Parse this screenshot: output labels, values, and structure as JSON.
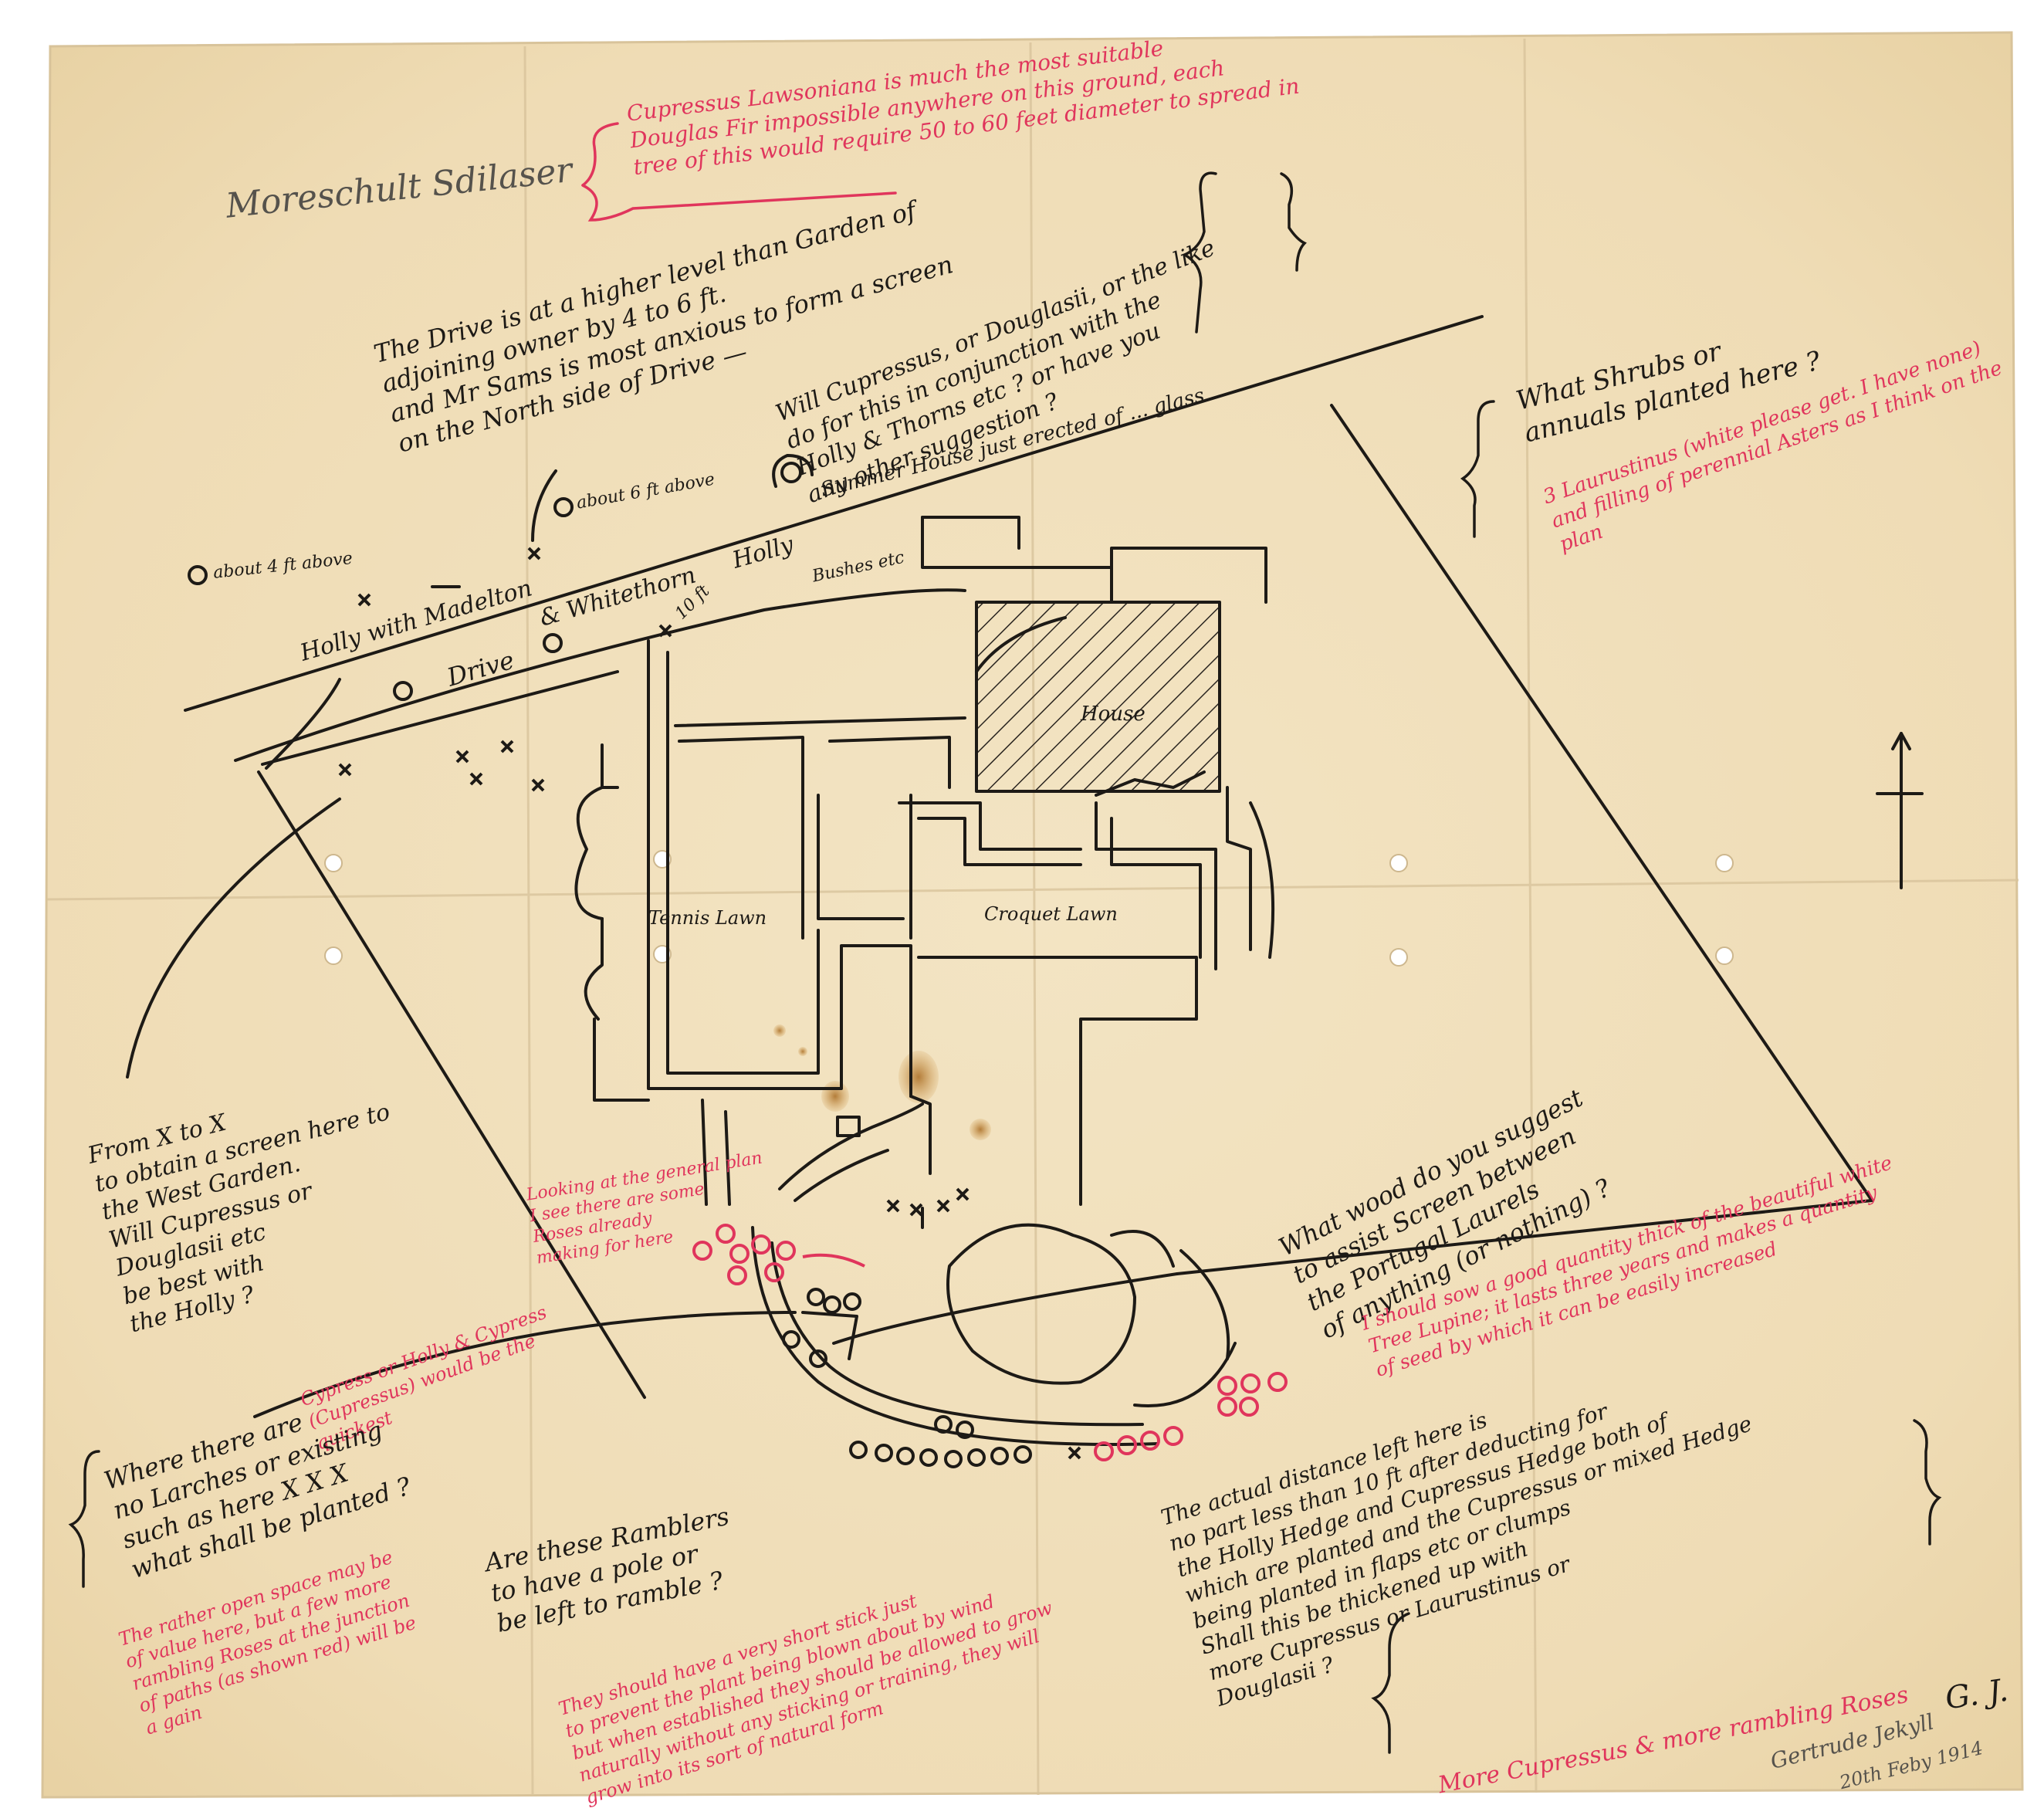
{
  "colors": {
    "paper": "#efdfbc",
    "ink": "#1d1a16",
    "red_ink": "#e0355c",
    "pencil": "#55524c",
    "stain": "#b8782c"
  },
  "heading": "Moreschult Sdilaser",
  "notes": {
    "cupressus": "Cupressus Lawsoniana is much the most suitable\nDouglas Fir impossible anywhere on this ground, each\ntree of this would require 50 to 60 feet diameter to spread in",
    "drive": "The Drive is at a higher level than Garden of\nadjoining owner by 4 to 6 ft.\nand Mr Sams is most anxious to form a screen\non the North side of Drive —",
    "will_cupressus": "Will Cupressus, or Douglasii, or the like\ndo for this in conjunction with the\nHolly & Thorns etc ? or have you\nany other suggestion ?",
    "summer_house": "Summer House just erected of ... glass",
    "what_shrubs": "What Shrubs or\nannuals planted here ?",
    "laurustinus": "3 Laurustinus (white please get. I have none)\nand filling of perennial Asters as I think on the plan",
    "from_x": "From X   to   X\nto obtain a screen here to\nthe West Garden.\nWill Cupressus or\nDouglasii etc\nbe best with\nthe Holly ?",
    "cypress_holly": "Cypress or Holly & Cypress\n(Cupressus) would be the quickest",
    "looking": "Looking at the general plan\nI see there are some\nRoses already\nmaking for here",
    "what_wood": "What wood do you suggest\nto assist Screen between\nthe Portugal Laurels\nof anything (or nothing) ?",
    "i_should": "I should sow a good quantity thick of the beautiful white\nTree Lupine; it lasts three years and makes a quantity\nof seed by which it can be easily increased",
    "where_there": "Where there are\nno Larches or existing\nsuch as here X X X\nwhat shall be planted ?",
    "rather_open": "The rather open space may be\nof value here, but a few more\nrambling Roses at the junction\nof paths (as shown red) will be\na gain",
    "ramblers": "Are these Ramblers\nto have a pole or\nbe left to ramble ?",
    "they_should": "They should have a very short stick just\nto prevent the plant being blown about by wind\nbut when established they should be allowed to grow\nnaturally without any sticking or training, they will\ngrow into its sort of natural form",
    "actual_distance": "The actual distance left here is\nno part less than 10 ft after deducting for\nthe Holly Hedge and Cupressus Hedge both of\nwhich are planted and the Cupressus or mixed Hedge\nbeing planted in flaps etc or clumps\nShall this be thickened up with\nmore Cupressus or Laurustinus or\nDouglasii ?",
    "more_cupressus": "More Cupressus & more rambling Roses",
    "initials": "G. J.",
    "signature": "Gertrude Jekyll",
    "date": "20th Feby 1914"
  },
  "plan": {
    "house": "House",
    "tennis_lawn": "Tennis Lawn",
    "croquet_lawn": "Croquet Lawn",
    "drive": "Drive",
    "holly": "Holly",
    "holly_with": "Holly with   Madelton",
    "mistletoe": "& Whitethorn",
    "bushes": "Bushes etc",
    "about_6ft": "about 6 ft above",
    "about_4ft": "about 4 ft above",
    "ten_ft": "10 ft"
  }
}
